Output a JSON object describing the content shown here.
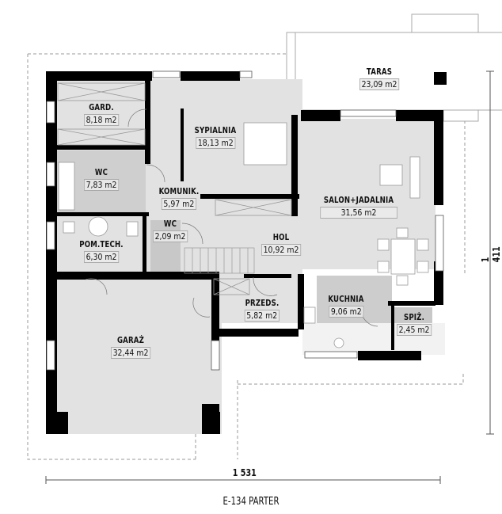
{
  "plan": {
    "title": "E-134 PARTER",
    "dimensions": {
      "width": "1 531",
      "depth": "1 411"
    },
    "colors": {
      "wall": "#000000",
      "floor": "#e2e2e2",
      "wet_floor": "#c8c8c8",
      "terrace": "#ffffff",
      "outline": "#999999"
    },
    "rooms": [
      {
        "id": "taras",
        "name": "TARAS",
        "area": "23,09 m2"
      },
      {
        "id": "gard",
        "name": "GARD.",
        "area": "8,18 m2"
      },
      {
        "id": "sypialnia",
        "name": "SYPIALNIA",
        "area": "18,13 m2"
      },
      {
        "id": "wc1",
        "name": "WC",
        "area": "7,83 m2"
      },
      {
        "id": "komunik",
        "name": "KOMUNIK.",
        "area": "5,97 m2"
      },
      {
        "id": "salon",
        "name": "SALON+JADALNIA",
        "area": "31,56 m2"
      },
      {
        "id": "wc2",
        "name": "WC",
        "area": "2,09 m2"
      },
      {
        "id": "pomtech",
        "name": "POM.TECH.",
        "area": "6,30 m2"
      },
      {
        "id": "hol",
        "name": "HOL",
        "area": "10,92 m2"
      },
      {
        "id": "przeds",
        "name": "PRZEDS.",
        "area": "5,82 m2"
      },
      {
        "id": "kuchnia",
        "name": "KUCHNIA",
        "area": "9,06 m2"
      },
      {
        "id": "spiz",
        "name": "SPIŻ.",
        "area": "2,45 m2"
      },
      {
        "id": "garaz",
        "name": "GARAŻ",
        "area": "32,44 m2"
      }
    ]
  }
}
